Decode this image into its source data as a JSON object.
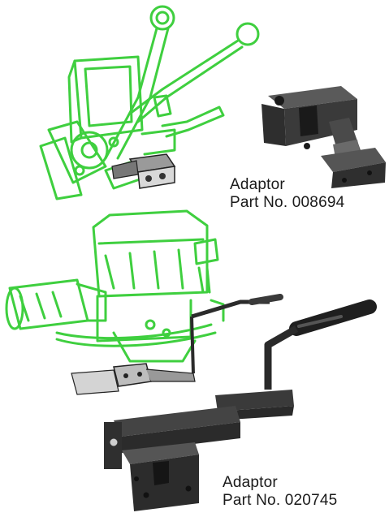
{
  "captions": [
    {
      "title": "Adaptor",
      "part_number": "Part No. 008694"
    },
    {
      "title": "Adaptor",
      "part_number": "Part No. 020745"
    }
  ],
  "colors": {
    "outline_green": "#3fcf3f",
    "adaptor_dark": "#2b2b2b",
    "adaptor_mid": "#4a4a4a",
    "caption_text": "#1a1a1a"
  }
}
